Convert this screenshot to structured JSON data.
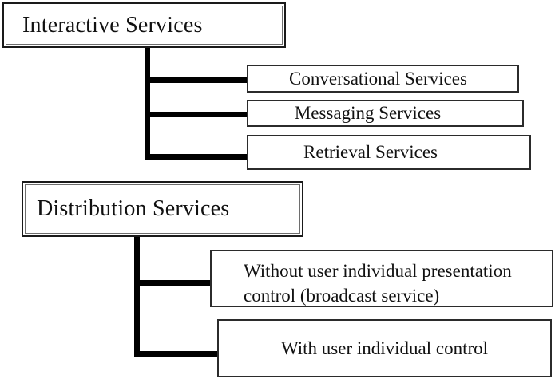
{
  "diagram": {
    "type": "tree-block-diagram",
    "background_color": "#ffffff",
    "connector_color": "#000000",
    "box_border_color": "#2b2b2b",
    "text_color": "#111111",
    "groups": [
      {
        "parent_label": "Interactive Services",
        "children": [
          "Conversational Services",
          "Messaging Services",
          "Retrieval Services"
        ]
      },
      {
        "parent_label": "Distribution Services",
        "children": [
          "Without user individual presentation control (broadcast service)",
          "With user individual control"
        ]
      }
    ]
  }
}
